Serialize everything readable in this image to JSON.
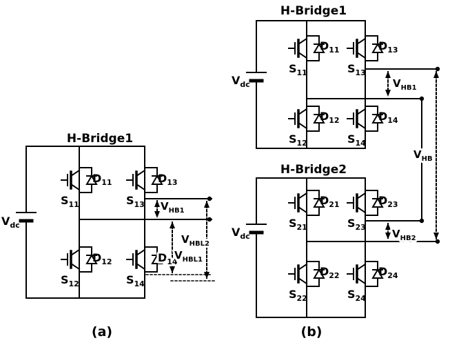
{
  "panel_a": {
    "title": "H-Bridge1",
    "caption": "(a)",
    "vdc": {
      "main": "V",
      "sub": "dc"
    },
    "sw": {
      "s11": {
        "main": "S",
        "sub": "11"
      },
      "s12": {
        "main": "S",
        "sub": "12"
      },
      "s13": {
        "main": "S",
        "sub": "13"
      },
      "s14": {
        "main": "S",
        "sub": "14"
      }
    },
    "di": {
      "d11": {
        "main": "D",
        "sub": "11"
      },
      "d12": {
        "main": "D",
        "sub": "12"
      },
      "d13": {
        "main": "D",
        "sub": "13"
      },
      "d14": {
        "main": "D",
        "sub": "14"
      }
    },
    "meas": {
      "vhb1": {
        "main": "V",
        "sub": "HB1"
      },
      "vhbl1": {
        "main": "V",
        "sub": "HBL1"
      },
      "vhbl2": {
        "main": "V",
        "sub": "HBL2"
      }
    }
  },
  "panel_b": {
    "caption": "(b)",
    "bridge1": {
      "title": "H-Bridge1",
      "vdc": {
        "main": "V",
        "sub": "dc"
      },
      "sw": {
        "s11": {
          "main": "S",
          "sub": "11"
        },
        "s12": {
          "main": "S",
          "sub": "12"
        },
        "s13": {
          "main": "S",
          "sub": "13"
        },
        "s14": {
          "main": "S",
          "sub": "14"
        }
      },
      "di": {
        "d11": {
          "main": "D",
          "sub": "11"
        },
        "d12": {
          "main": "D",
          "sub": "12"
        },
        "d13": {
          "main": "D",
          "sub": "13"
        },
        "d14": {
          "main": "D",
          "sub": "14"
        }
      },
      "meas": {
        "vhb1": {
          "main": "V",
          "sub": "HB1"
        }
      }
    },
    "bridge2": {
      "title": "H-Bridge2",
      "vdc": {
        "main": "V",
        "sub": "dc"
      },
      "sw": {
        "s21": {
          "main": "S",
          "sub": "21"
        },
        "s22": {
          "main": "S",
          "sub": "22"
        },
        "s23": {
          "main": "S",
          "sub": "23"
        },
        "s24": {
          "main": "S",
          "sub": "24"
        }
      },
      "di": {
        "d21": {
          "main": "D",
          "sub": "21"
        },
        "d22": {
          "main": "D",
          "sub": "22"
        },
        "d23": {
          "main": "D",
          "sub": "23"
        },
        "d24": {
          "main": "D",
          "sub": "24"
        }
      },
      "meas": {
        "vhb2": {
          "main": "V",
          "sub": "HB2"
        }
      }
    },
    "meas": {
      "vhb": {
        "main": "V",
        "sub": "HB"
      }
    }
  },
  "colors": {
    "ink": "#000000",
    "background": "#ffffff"
  }
}
